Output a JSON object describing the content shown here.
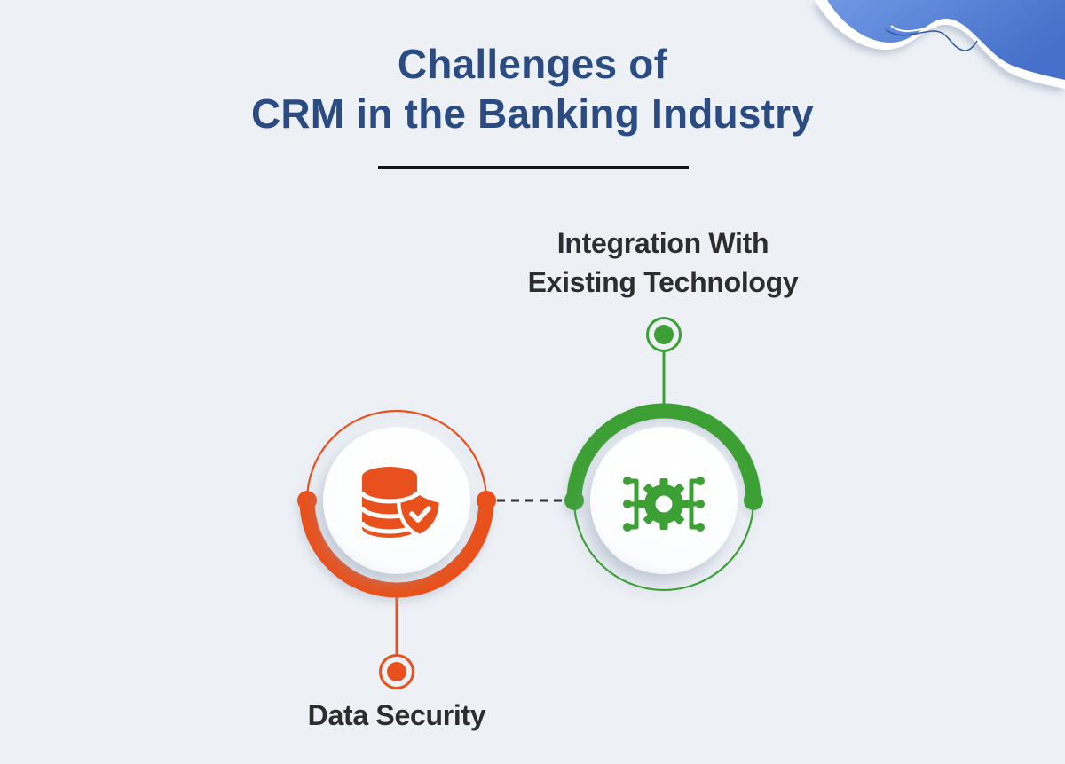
{
  "title": {
    "lines": [
      "Challenges of",
      "CRM in the Banking Industry"
    ],
    "color": "#2B4C82",
    "underline_color": "#141414"
  },
  "nodes": [
    {
      "id": "data-security",
      "label_lines": [
        "Data Security"
      ],
      "color": "#E8511D",
      "icon": "database-shield-icon",
      "position": "bottom-left"
    },
    {
      "id": "integration",
      "label_lines": [
        "Integration With",
        "Existing Technology"
      ],
      "color": "#3DA035",
      "icon": "gear-integration-icon",
      "position": "top-right"
    }
  ],
  "connector": {
    "style": "dashed",
    "color": "#2F2F2F"
  },
  "colors": {
    "orange": "#E8511D",
    "green": "#3DA035",
    "navy": "#2B4C82",
    "ink": "#2D2D2D",
    "bg": "#EDF1F6",
    "wave_light": "#6F97E3",
    "wave_dark": "#4670CA",
    "connector": "#2F2F2F",
    "underline": "#141414"
  }
}
